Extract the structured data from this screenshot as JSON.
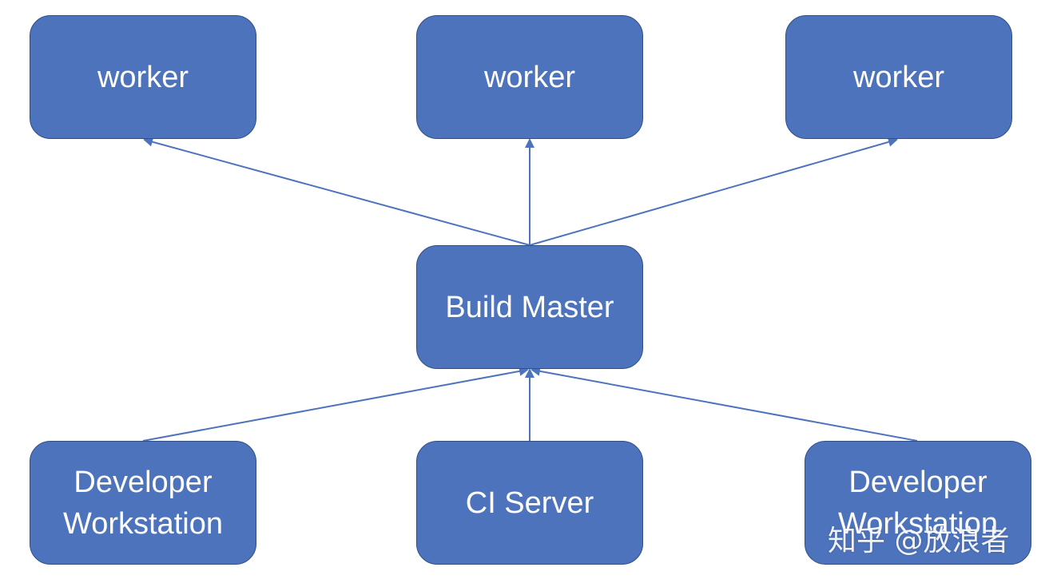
{
  "colors": {
    "node_fill": "#4d73bd",
    "node_border": "#2f4f86",
    "edge": "#4d73bd",
    "text": "#ffffff"
  },
  "nodes": {
    "worker_1": {
      "label": "worker"
    },
    "worker_2": {
      "label": "worker"
    },
    "worker_3": {
      "label": "worker"
    },
    "master": {
      "label": "Build Master"
    },
    "dev_1": {
      "label": "Developer\nWorkstation"
    },
    "ci": {
      "label": "CI Server"
    },
    "dev_2": {
      "label": "Developer\nWorkstation"
    }
  },
  "edges": [
    {
      "from": "Build Master",
      "to": "worker"
    },
    {
      "from": "Build Master",
      "to": "worker"
    },
    {
      "from": "Build Master",
      "to": "worker"
    },
    {
      "from": "Developer Workstation",
      "to": "Build Master"
    },
    {
      "from": "CI Server",
      "to": "Build Master"
    },
    {
      "from": "Developer Workstation",
      "to": "Build Master"
    }
  ],
  "watermark": {
    "text": "知乎 @放浪者"
  }
}
